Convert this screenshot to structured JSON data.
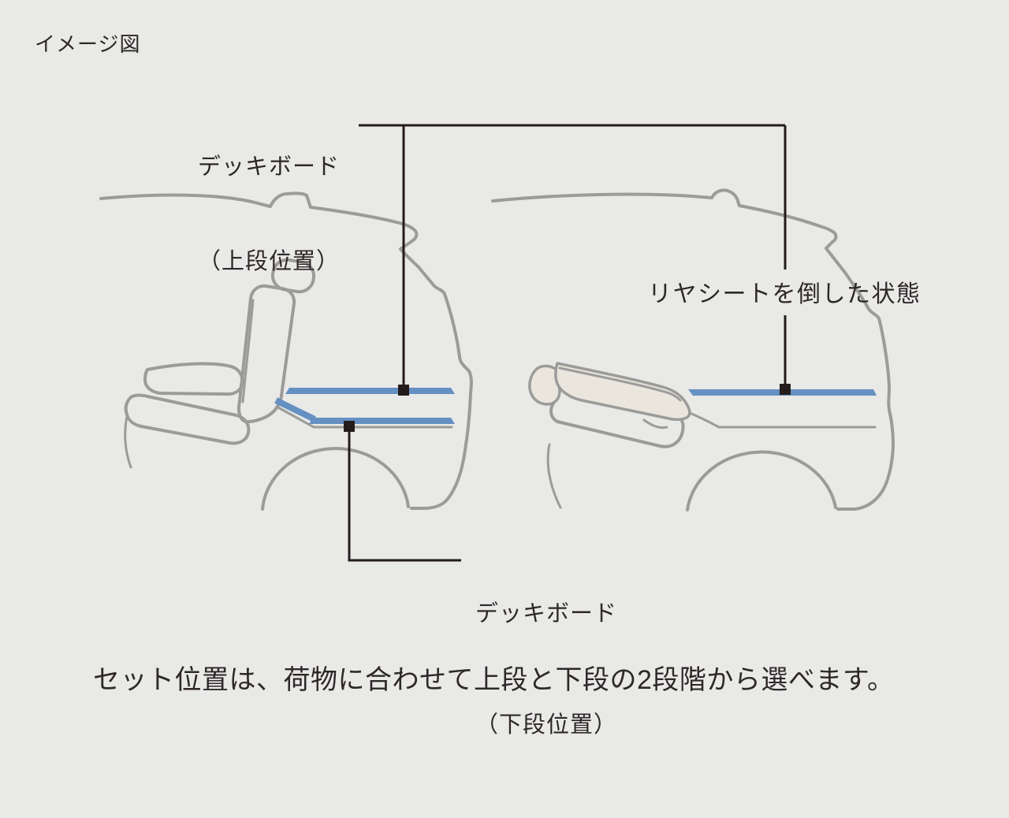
{
  "title": "イメージ図",
  "labels": {
    "deck_board_upper_line1": "デッキボード",
    "deck_board_upper_line2": "（上段位置）",
    "rear_seat_folded": "リヤシートを倒した状態",
    "deck_board_lower_line1": "デッキボード",
    "deck_board_lower_line2": "（下段位置）"
  },
  "caption": "セット位置は、荷物に合わせて上段と下段の2段階から選べます。",
  "colors": {
    "background": "#e9e9e8",
    "car_outline": "#9b9b99",
    "deck_board_blue": "#6590c2",
    "leader_line": "#241c1c",
    "seat_fill": "#eae6dd",
    "text": "#2e2828"
  }
}
